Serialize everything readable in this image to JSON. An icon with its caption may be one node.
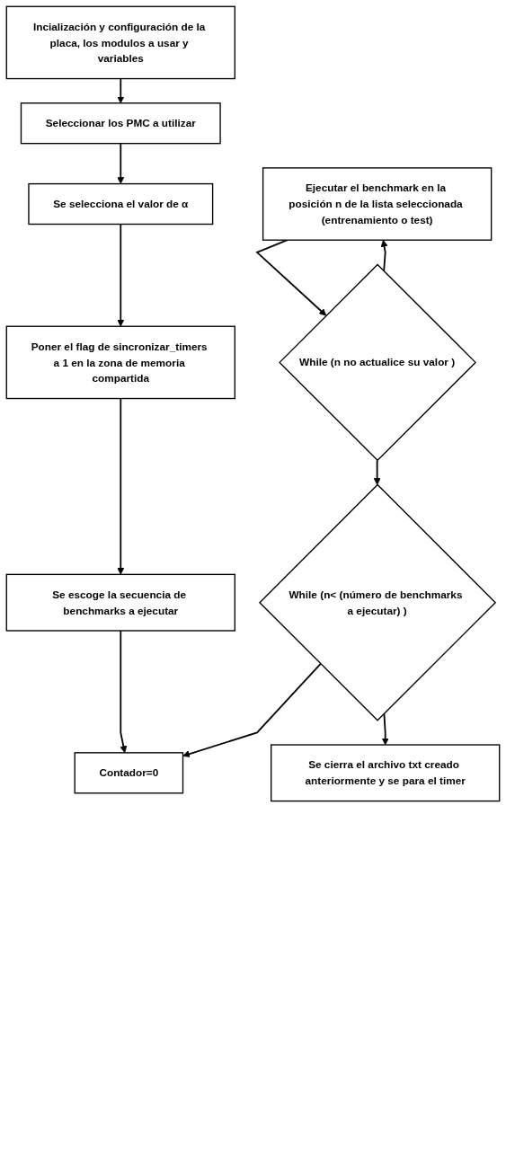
{
  "diagram": {
    "nodes": [
      {
        "text": [
          "Incialización y configuración de la placa, los modulos a usar y variables"
        ]
      },
      {
        "text": [
          "Seleccionar los PMC a utilizar"
        ]
      },
      {
        "text": [
          "Se selecciona el valor de α"
        ]
      },
      {
        "text": [
          "Poner el flag de sincronizar_timers a 1 en la zona de memoria compartida"
        ]
      },
      {
        "text": [
          "Se escoge la secuencia de benchmarks a ejecutar"
        ]
      },
      {
        "text": [
          "Contador=0"
        ]
      },
      {
        "text": [
          "Ejecutar el benchmark en la posición n de la lista seleccionada (entrenamiento o test)"
        ]
      },
      {
        "text": [
          "While (n no actualice su valor )"
        ]
      },
      {
        "text": [
          "While (n< (número de benchmarks a ejecutar) )"
        ]
      },
      {
        "text": [
          "Se cierra el archivo txt creado anteriormente y se para el timer"
        ]
      }
    ],
    "edges": [
      {
        "from": 0,
        "to": 1,
        "arrow": "to"
      },
      {
        "from": 1,
        "to": 2,
        "arrow": "to"
      },
      {
        "from": 2,
        "to": 3,
        "arrow": "to"
      },
      {
        "from": 3,
        "to": 4,
        "arrow": "to"
      },
      {
        "from": 4,
        "to": 5,
        "arrow": "to"
      },
      {
        "from": 6,
        "to": 7,
        "arrow": "to"
      },
      {
        "from": 7,
        "to": 6,
        "arrow": "to"
      },
      {
        "from": 7,
        "to": 8,
        "arrow": "to"
      },
      {
        "from": 8,
        "to": 5,
        "arrow": "to"
      },
      {
        "from": 8,
        "to": 9,
        "arrow": "to"
      }
    ]
  }
}
